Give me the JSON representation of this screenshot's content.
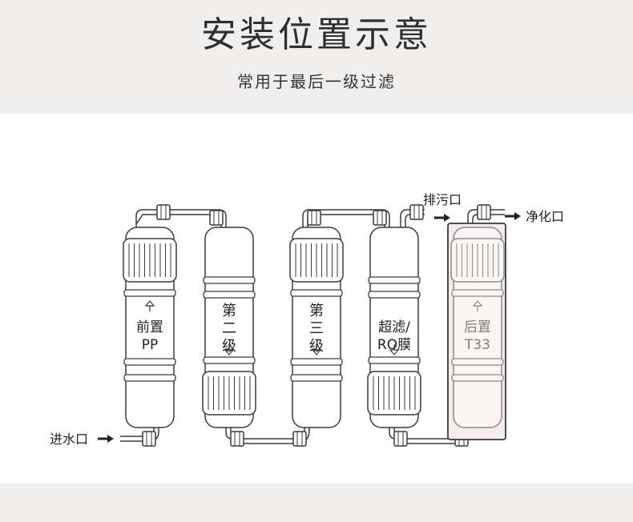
{
  "header": {
    "title": "安装位置示意",
    "subtitle": "常用于最后一级过滤"
  },
  "labels": {
    "inlet": "进水口",
    "drain": "排污口",
    "outlet": "净化口"
  },
  "filters": [
    {
      "line1": "前置",
      "line2": "PP",
      "flow": "up"
    },
    {
      "line1": "第",
      "line2": "二",
      "line3": "级",
      "flow": "down"
    },
    {
      "line1": "第",
      "line2": "三",
      "line3": "级",
      "flow": "down"
    },
    {
      "line1": "超滤/",
      "line2": "RO膜",
      "flow": "down"
    },
    {
      "line1": "后置",
      "line2": "T33",
      "flow": "up",
      "highlighted": true
    }
  ],
  "colors": {
    "header_bg": "#f1efed",
    "line": "#3a3a3a",
    "highlight_fill": "#f3ecea"
  }
}
